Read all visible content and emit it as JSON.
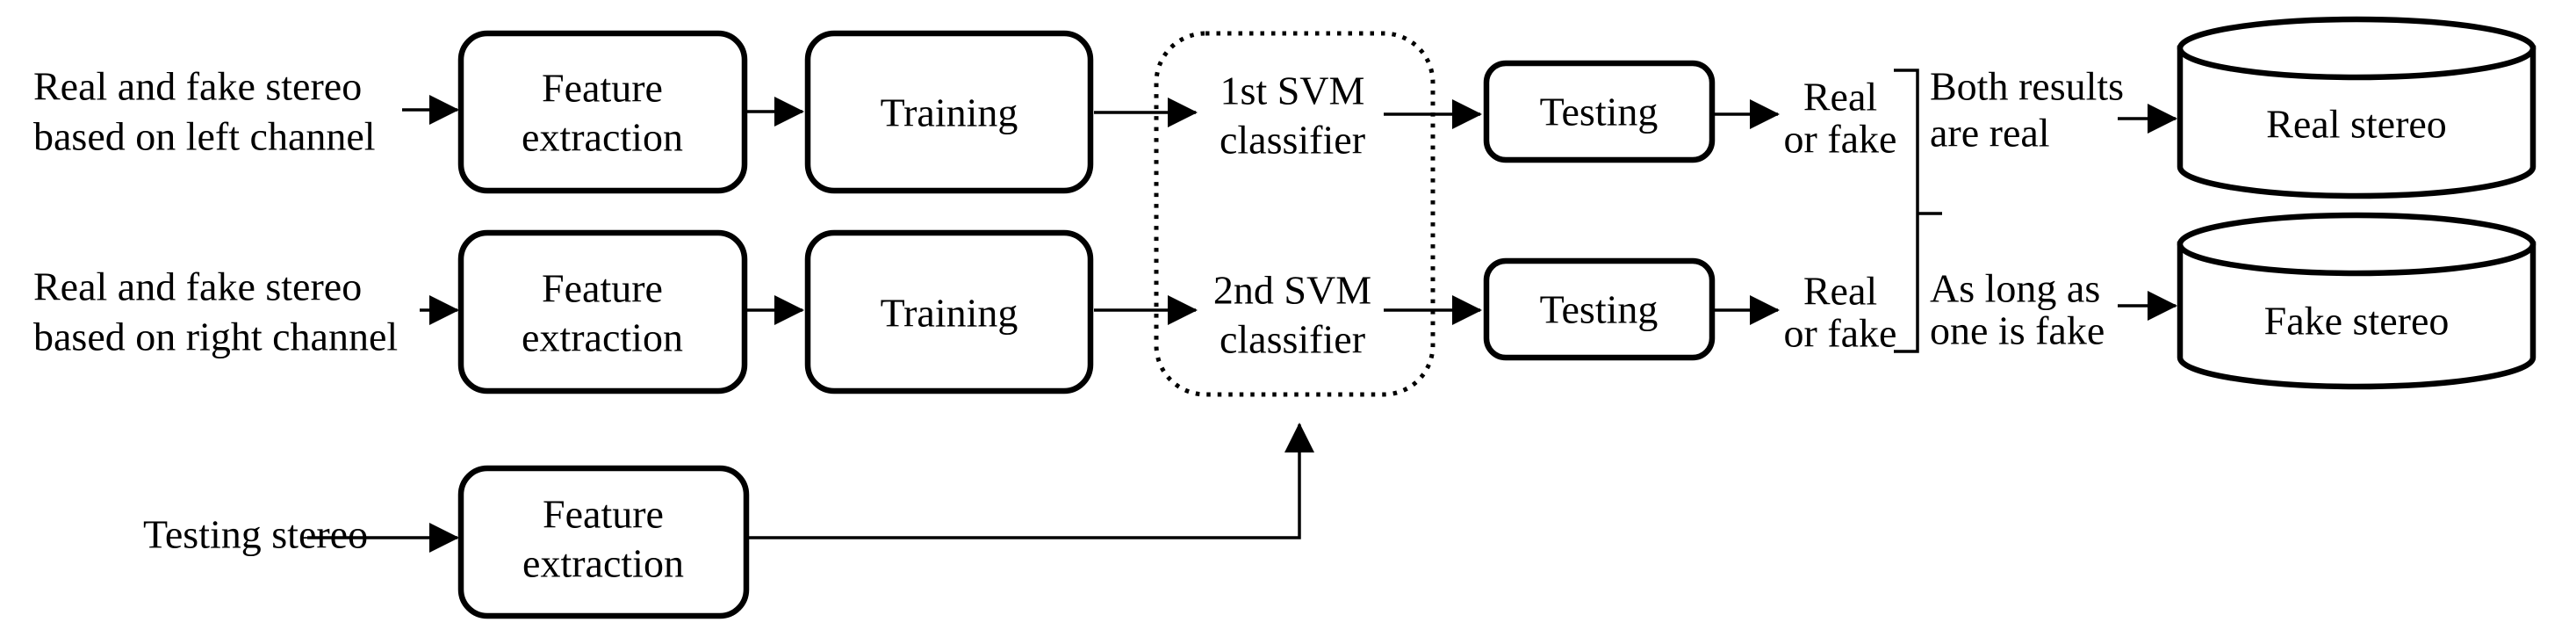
{
  "colors": {
    "ink": "#000000",
    "paper": "#ffffff"
  },
  "inputs": {
    "left": {
      "line1": "Real and fake stereo",
      "line2": "based on left channel"
    },
    "right": {
      "line1": "Real and fake stereo",
      "line2": "based on right channel"
    },
    "testing": {
      "label": "Testing stereo"
    }
  },
  "boxes": {
    "feature": {
      "line1": "Feature",
      "line2": "extraction"
    },
    "training": {
      "label": "Training"
    },
    "testing": {
      "label": "Testing"
    }
  },
  "classifiers": {
    "first": {
      "line1": "1st SVM",
      "line2": "classifier"
    },
    "second": {
      "line1": "2nd SVM",
      "line2": "classifier"
    }
  },
  "results": {
    "real_or_fake": {
      "line1": "Real",
      "line2": "or fake"
    }
  },
  "decisions": {
    "both_real": {
      "line1": "Both results",
      "line2": "are real"
    },
    "one_fake": {
      "line1": "As long as",
      "line2": "one is fake"
    }
  },
  "stores": {
    "real": {
      "label": "Real stereo"
    },
    "fake": {
      "label": "Fake stereo"
    }
  }
}
